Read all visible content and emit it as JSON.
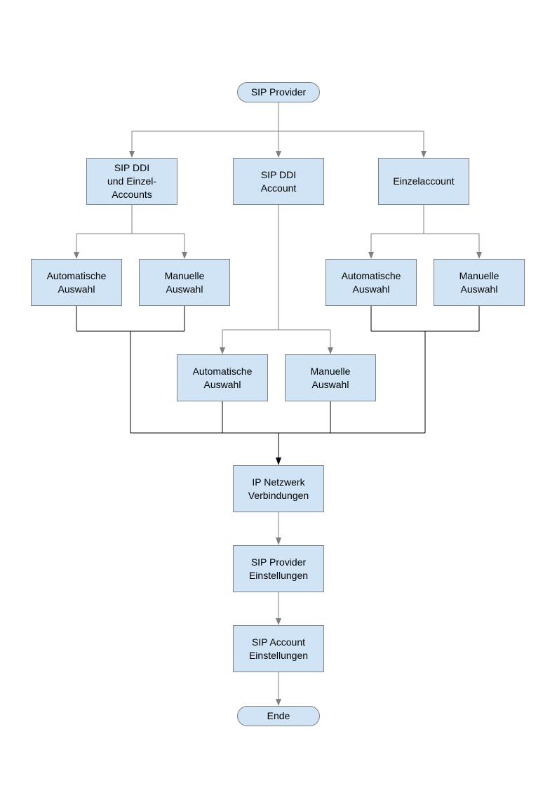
{
  "diagram": {
    "type": "flowchart",
    "language": "de",
    "colors": {
      "node_fill": "#d0e4f5",
      "node_border": "#808080",
      "connector_gray": "#808080",
      "connector_black": "#000000",
      "background": "#ffffff",
      "text": "#000000"
    },
    "nodes": {
      "start": {
        "label": "SIP Provider",
        "shape": "terminator"
      },
      "ddi_einzel": {
        "label": "SIP DDI\nund Einzel-\nAccounts",
        "shape": "process"
      },
      "ddi_account": {
        "label": "SIP DDI\nAccount",
        "shape": "process"
      },
      "einzelaccount": {
        "label": "Einzelaccount",
        "shape": "process"
      },
      "auto_left": {
        "label": "Automatische\nAuswahl",
        "shape": "process"
      },
      "manual_left": {
        "label": "Manuelle\nAuswahl",
        "shape": "process"
      },
      "auto_right": {
        "label": "Automatische\nAuswahl",
        "shape": "process"
      },
      "manual_right": {
        "label": "Manuelle\nAuswahl",
        "shape": "process"
      },
      "auto_mid": {
        "label": "Automatische\nAuswahl",
        "shape": "process"
      },
      "manual_mid": {
        "label": "Manuelle\nAuswahl",
        "shape": "process"
      },
      "ip_netzwerk": {
        "label": "IP Netzwerk\nVerbindungen",
        "shape": "process"
      },
      "sip_provider_settings": {
        "label": "SIP Provider\nEinstellungen",
        "shape": "process"
      },
      "sip_account_settings": {
        "label": "SIP Account\nEinstellungen",
        "shape": "process"
      },
      "ende": {
        "label": "Ende",
        "shape": "terminator"
      }
    },
    "edges": [
      {
        "from": "start",
        "to": "ddi_einzel"
      },
      {
        "from": "start",
        "to": "ddi_account"
      },
      {
        "from": "start",
        "to": "einzelaccount"
      },
      {
        "from": "ddi_einzel",
        "to": "auto_left"
      },
      {
        "from": "ddi_einzel",
        "to": "manual_left"
      },
      {
        "from": "ddi_account",
        "to": "auto_mid"
      },
      {
        "from": "ddi_account",
        "to": "manual_mid"
      },
      {
        "from": "einzelaccount",
        "to": "auto_right"
      },
      {
        "from": "einzelaccount",
        "to": "manual_right"
      },
      {
        "from": "auto_left",
        "to": "ip_netzwerk"
      },
      {
        "from": "manual_left",
        "to": "ip_netzwerk"
      },
      {
        "from": "auto_mid",
        "to": "ip_netzwerk"
      },
      {
        "from": "manual_mid",
        "to": "ip_netzwerk"
      },
      {
        "from": "auto_right",
        "to": "ip_netzwerk"
      },
      {
        "from": "manual_right",
        "to": "ip_netzwerk"
      },
      {
        "from": "ip_netzwerk",
        "to": "sip_provider_settings"
      },
      {
        "from": "sip_provider_settings",
        "to": "sip_account_settings"
      },
      {
        "from": "sip_account_settings",
        "to": "ende"
      }
    ]
  }
}
